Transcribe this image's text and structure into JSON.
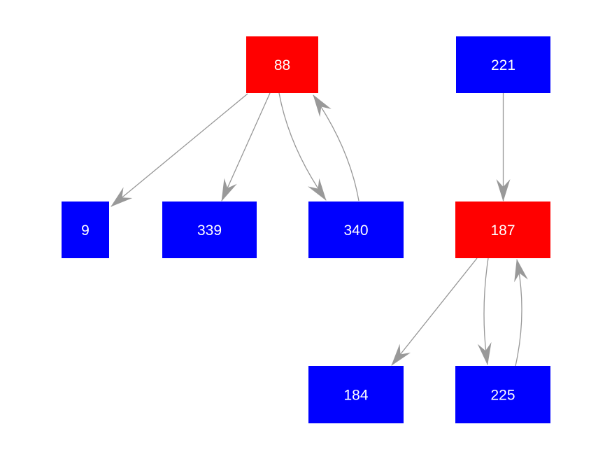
{
  "diagram": {
    "type": "directed-graph",
    "background_color": "#ffffff",
    "edge_color": "#999999",
    "label_text_color": "#ffffff",
    "node_colors": {
      "red": "#ff0000",
      "blue": "#0000ff"
    },
    "nodes": [
      {
        "id": "88",
        "label": "88",
        "color": "#ff0000"
      },
      {
        "id": "221",
        "label": "221",
        "color": "#0000ff"
      },
      {
        "id": "9",
        "label": "9",
        "color": "#0000ff"
      },
      {
        "id": "339",
        "label": "339",
        "color": "#0000ff"
      },
      {
        "id": "340",
        "label": "340",
        "color": "#0000ff"
      },
      {
        "id": "187",
        "label": "187",
        "color": "#ff0000"
      },
      {
        "id": "184",
        "label": "184",
        "color": "#0000ff"
      },
      {
        "id": "225",
        "label": "225",
        "color": "#0000ff"
      }
    ],
    "edges": [
      {
        "from": "88",
        "to": "9"
      },
      {
        "from": "88",
        "to": "339"
      },
      {
        "from": "88",
        "to": "340"
      },
      {
        "from": "340",
        "to": "88"
      },
      {
        "from": "221",
        "to": "187"
      },
      {
        "from": "187",
        "to": "184"
      },
      {
        "from": "187",
        "to": "225"
      },
      {
        "from": "225",
        "to": "187"
      }
    ]
  }
}
